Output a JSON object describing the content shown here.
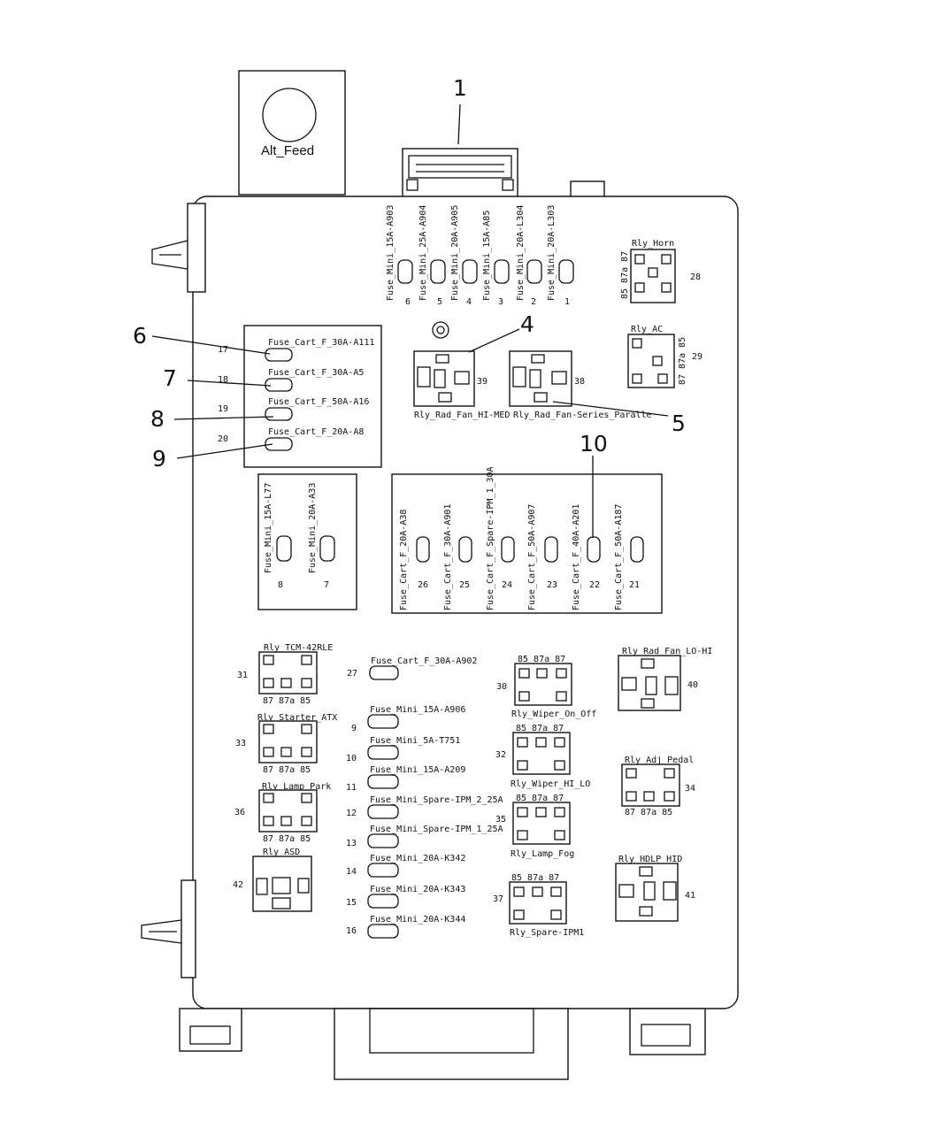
{
  "alt_feed": "Alt_Feed",
  "callouts": [
    "1",
    "4",
    "5",
    "6",
    "7",
    "8",
    "9",
    "10"
  ],
  "top_fuses": [
    {
      "label": "Fuse_Mini_15A-A903",
      "num": "6"
    },
    {
      "label": "Fuse_Mini_25A-A904",
      "num": "5"
    },
    {
      "label": "Fuse_Mini_20A-A905",
      "num": "4"
    },
    {
      "label": "Fuse_Mini_15A-A85",
      "num": "3"
    },
    {
      "label": "Fuse_Mini_20A-L304",
      "num": "2"
    },
    {
      "label": "Fuse_Mini_20A-L303",
      "num": "1"
    }
  ],
  "left_cart_fuses": [
    {
      "label": "Fuse_Cart_F_30A-A111",
      "num": "17"
    },
    {
      "label": "Fuse_Cart_F_30A-A5",
      "num": "18"
    },
    {
      "label": "Fuse_Cart_F_50A-A16",
      "num": "19"
    },
    {
      "label": "Fuse_Cart_F_20A-A8",
      "num": "20"
    }
  ],
  "mini_pair": [
    {
      "label": "Fuse_Mini_15A-L77",
      "num": "8"
    },
    {
      "label": "Fuse_Mini_20A-A33",
      "num": "7"
    }
  ],
  "mid_cart_fuses": [
    {
      "label": "Fuse_Cart_F_20A-A38",
      "num": "26"
    },
    {
      "label": "Fuse_Cart_F_30A-A901",
      "num": "25"
    },
    {
      "label": "Fuse_Cart_F_Spare-IPM_1_30A",
      "num": "24"
    },
    {
      "label": "Fuse_Cart_F_50A-A907",
      "num": "23"
    },
    {
      "label": "Fuse_Cart_F_40A-A201",
      "num": "22"
    },
    {
      "label": "Fuse_Cart_F_50A-A187",
      "num": "21"
    }
  ],
  "relays": [
    {
      "name": "Rly_Horn",
      "num": "28",
      "pins": "85 87a 87"
    },
    {
      "name": "Rly_AC",
      "num": "29",
      "pins": "87 87a 85"
    },
    {
      "name": "Rly_Rad_Fan_HI-MED",
      "num": "39"
    },
    {
      "name": "Rly_Rad_Fan-Series_Paralle",
      "num": "38"
    },
    {
      "name": "Rly_TCM-42RLE",
      "num": "31",
      "pins": "87 87a 85"
    },
    {
      "name": "Rly_Starter_ATX",
      "num": "33",
      "pins": "87 87a 85"
    },
    {
      "name": "Rly_Lamp_Park",
      "num": "36",
      "pins": "87 87a 85"
    },
    {
      "name": "Rly_ASD",
      "num": "42"
    },
    {
      "name": "Rly_Wiper_On_Off",
      "num": "30",
      "pins": "85 87a 87"
    },
    {
      "name": "Rly_Wiper_HI_LO",
      "num": "32",
      "pins": "85 87a 87"
    },
    {
      "name": "Rly_Lamp_Fog",
      "num": "35",
      "pins": "85 87a 87"
    },
    {
      "name": "Rly_Spare-IPM1",
      "num": "37",
      "pins": "85 87a 87"
    },
    {
      "name": "Rly_Rad_Fan_LO-HI",
      "num": "40"
    },
    {
      "name": "Rly_Adj_Pedal",
      "num": "34",
      "pins": "87 87a 85"
    },
    {
      "name": "Rly_HDLP_HID",
      "num": "41"
    }
  ],
  "lower_fuses": [
    {
      "label": "Fuse_Cart_F_30A-A902",
      "num": "27"
    },
    {
      "label": "Fuse_Mini_15A-A906",
      "num": "9"
    },
    {
      "label": "Fuse_Mini_5A-T751",
      "num": "10"
    },
    {
      "label": "Fuse_Mini_15A-A209",
      "num": "11"
    },
    {
      "label": "Fuse_Mini_Spare-IPM_2_25A",
      "num": "12"
    },
    {
      "label": "Fuse_Mini_Spare-IPM_1_25A",
      "num": "13"
    },
    {
      "label": "Fuse_Mini_20A-K342",
      "num": "14"
    },
    {
      "label": "Fuse_Mini_20A-K343",
      "num": "15"
    },
    {
      "label": "Fuse_Mini_20A-K344",
      "num": "16"
    }
  ]
}
